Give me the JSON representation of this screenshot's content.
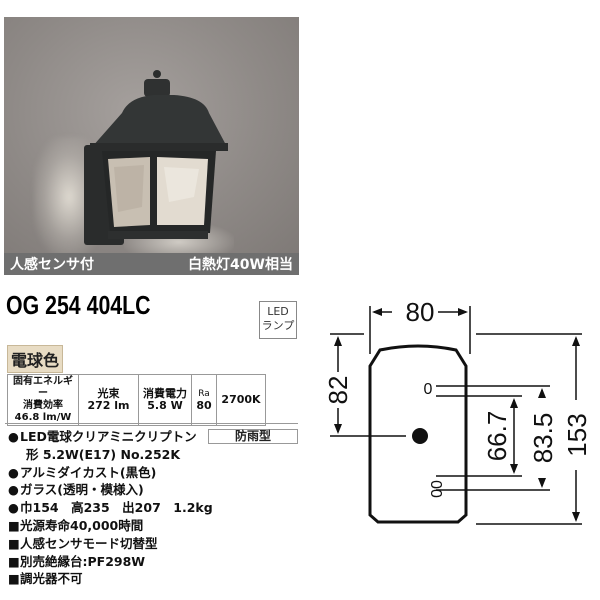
{
  "photo": {
    "alt": "Black lantern-style outdoor wall light with textured glass",
    "icon": "wall-lantern-photo"
  },
  "caption": {
    "left": "人感センサ付",
    "right": "白熱灯40W相当"
  },
  "product": {
    "model": "OG 254 404LC",
    "led_badge_line1": "LED",
    "led_badge_line2": "ランプ",
    "color_label": "電球色"
  },
  "specs": {
    "efficiency_label_1": "固有エネルギー",
    "efficiency_label_2": "消費効率",
    "efficiency_value": "46.8 lm/W",
    "lumen_label": "光束",
    "lumen_value": "272 lm",
    "power_label": "消費電力",
    "power_value": "5.8 W",
    "ra_label": "Ra",
    "ra_value": "80",
    "color_temp": "2700K"
  },
  "rain_badge": "防雨型",
  "features": [
    {
      "bullet": "●",
      "text": "LED電球クリアミニクリプトン"
    },
    {
      "bullet": "",
      "text": "形 5.2W(E17) No.252K"
    },
    {
      "bullet": "●",
      "text": "アルミダイカスト(黒色)"
    },
    {
      "bullet": "●",
      "text": "ガラス(透明・模様入)"
    },
    {
      "bullet": "●",
      "text": "巾154　高235　出207　1.2kg"
    },
    {
      "bullet": "■",
      "text": "光源寿命40,000時間"
    },
    {
      "bullet": "■",
      "text": "人感センサモード切替型"
    },
    {
      "bullet": "■",
      "text": "別売絶縁台:PF298W"
    },
    {
      "bullet": "■",
      "text": "調光器不可"
    }
  ],
  "diagram": {
    "width_label": "80",
    "top_to_hole_label": "82",
    "hole_spacing_label": "66.7",
    "outer_hole_label": "83.5",
    "height_label": "153",
    "hole_top_mark": "0",
    "hole_bottom_mark": "00"
  }
}
